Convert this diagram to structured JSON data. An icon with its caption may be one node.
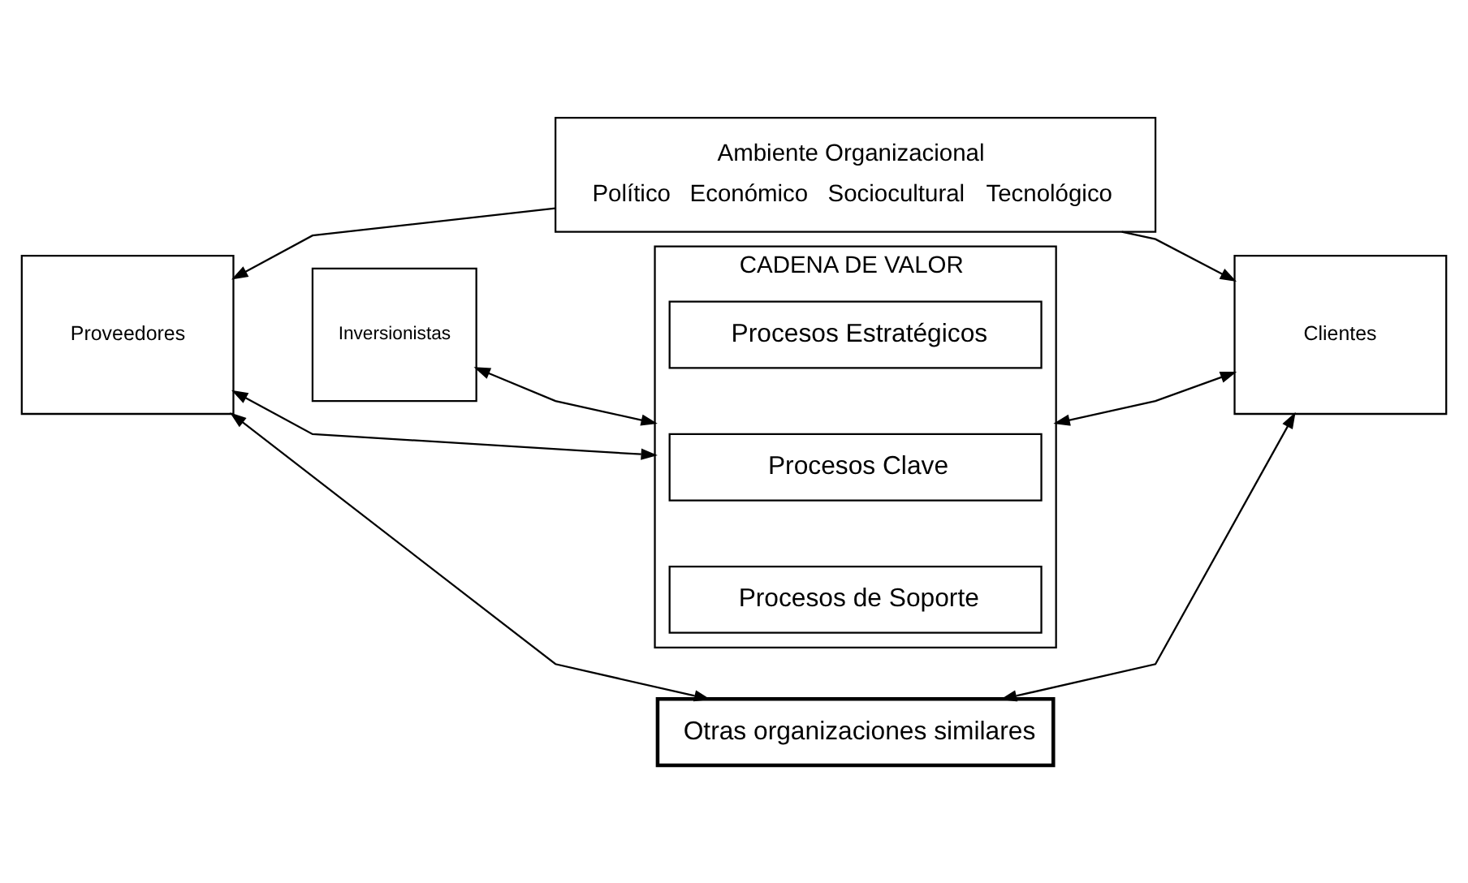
{
  "diagram": {
    "nodes": [
      {
        "text": [
          "Ambiente Organizacional",
          "Político",
          "Económico",
          "Sociocultural",
          "Tecnológico"
        ]
      },
      {
        "text": [
          "Inversionistas"
        ]
      },
      {
        "text": [
          "CADENA DE VALOR"
        ]
      },
      {
        "text": [
          "Procesos Estratégicos"
        ],
        "in": 2
      },
      {
        "text": [
          "Procesos Clave"
        ],
        "in": 2
      },
      {
        "text": [
          "Procesos de Soporte"
        ],
        "in": 2
      },
      {
        "text": [
          "Proveedores"
        ]
      },
      {
        "text": [
          "Clientes"
        ]
      },
      {
        "text": [
          "Otras organizaciones similares"
        ]
      }
    ],
    "edges": [
      {
        "from": 0,
        "to": 6,
        "arrow": "to"
      },
      {
        "from": 0,
        "to": 7,
        "arrow": "to"
      },
      {
        "from": 1,
        "to": 2,
        "arrow": "both"
      },
      {
        "from": 6,
        "to": 2,
        "arrow": "both"
      },
      {
        "from": 2,
        "to": 7,
        "arrow": "both"
      },
      {
        "from": 6,
        "to": 8,
        "arrow": "both"
      },
      {
        "from": 7,
        "to": 8,
        "arrow": "both"
      }
    ]
  }
}
